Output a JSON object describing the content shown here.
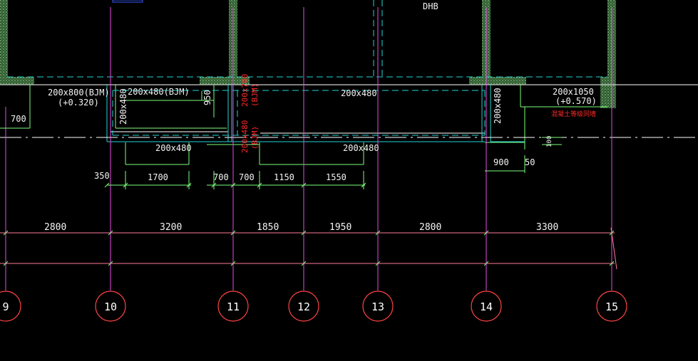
{
  "drawing": {
    "top_label": "DHB",
    "beams": {
      "b1": "200x800(BJM)",
      "b1_elev": "(+0.320)",
      "b2": "200x480(BJM)",
      "b2_side": "950",
      "b3_v": "200x480",
      "b4_red_a": "200x700",
      "b4_red_b": "(BJM)",
      "b5_red_a": "200x480",
      "b5_red_b": "(BJM)",
      "b6": "200x480",
      "b7_v": "200x480",
      "b8": "200x1050",
      "b8_elev": "(+0.570)",
      "b8_note": "混凝土等级同墙",
      "lower_left": "200x480",
      "lower_right": "200x480"
    },
    "small_dims": {
      "d700_left": "700",
      "d350": "350",
      "d1700": "1700",
      "d700a": "700",
      "d700b": "700",
      "d1150": "1150",
      "d1550": "1550",
      "d900": "900",
      "d50": "50",
      "d100": "100"
    },
    "axis_dims": [
      "2800",
      "3200",
      "1850",
      "1950",
      "2800",
      "3300"
    ],
    "axes": [
      "9",
      "10",
      "11",
      "12",
      "13",
      "14",
      "15"
    ]
  }
}
